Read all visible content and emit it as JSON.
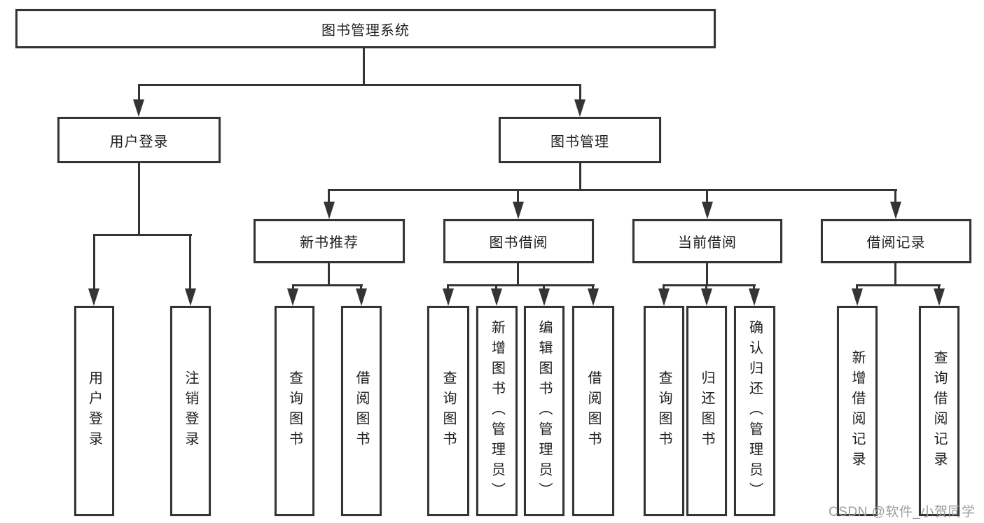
{
  "colors": {
    "background": "#ffffff",
    "line": "#343434",
    "text": "#202020",
    "watermark": "#9b9da0"
  },
  "watermark": {
    "text": "CSDN @软件_小贺同学"
  },
  "tree": {
    "root": "图书管理系统",
    "branches": [
      {
        "label": "用户登录",
        "leaves": [
          "用户登录",
          "注销登录"
        ]
      },
      {
        "label": "图书管理",
        "children": [
          {
            "label": "新书推荐",
            "leaves": [
              "查询图书",
              "借阅图书"
            ]
          },
          {
            "label": "图书借阅",
            "leaves": [
              "查询图书",
              "新增图书（管理员）",
              "编辑图书（管理员）",
              "借阅图书"
            ]
          },
          {
            "label": "当前借阅",
            "leaves": [
              "查询图书",
              "归还图书",
              "确认归还（管理员）"
            ]
          },
          {
            "label": "借阅记录",
            "leaves": [
              "新增借阅记录",
              "查询借阅记录"
            ]
          }
        ]
      }
    ]
  }
}
